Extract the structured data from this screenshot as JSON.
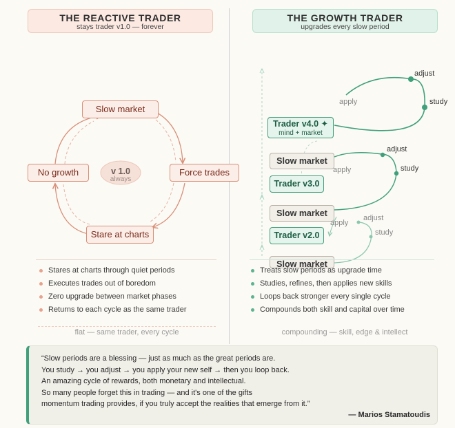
{
  "left": {
    "title": "THE REACTIVE TRADER",
    "subtitle": "stays trader v1.0 — forever",
    "nodes": {
      "slow_market": "Slow market",
      "force_trades": "Force trades",
      "stare_at_charts": "Stare at charts",
      "no_growth": "No growth"
    },
    "center_version": "v 1.0",
    "center_sub": "always",
    "bullets": [
      "Stares at charts through quiet periods",
      "Executes trades out of boredom",
      "Zero upgrade between market phases",
      "Returns to each cycle as the same trader"
    ],
    "footer": "flat — same trader, every cycle"
  },
  "right": {
    "title": "THE GROWTH TRADER",
    "subtitle": "upgrades every slow period",
    "nodes": {
      "slow_market_1": "Slow market",
      "slow_market_2": "Slow market",
      "slow_market_3": "Slow market",
      "trader_v2": "Trader v2.0",
      "trader_v3": "Trader v3.0",
      "trader_v4": "Trader v4.0 ✦",
      "trader_v4_sub": "mind + market"
    },
    "loop_labels": {
      "adjust": "adjust",
      "study": "study",
      "apply": "apply"
    },
    "bullets": [
      "Treats slow periods as upgrade time",
      "Studies, refines, then applies new skills",
      "Loops back stronger every single cycle",
      "Compounds both skill and capital over time"
    ],
    "footer": "compounding — skill, edge & intellect"
  },
  "quote": {
    "lines": [
      "“Slow periods are a blessing — just as much as the great periods are.",
      "You study → you adjust → you apply your new self → then you loop back.",
      "An amazing cycle of rewards, both monetary and intellectual.",
      "So many people forget this in trading — and it's one of the gifts",
      "momentum trading provides, if you truly accept the realities that emerge from it.”"
    ],
    "attribution": "— Marios Stamatoudis"
  },
  "colors": {
    "reactive": "#d98f78",
    "growth": "#3fa07b"
  }
}
